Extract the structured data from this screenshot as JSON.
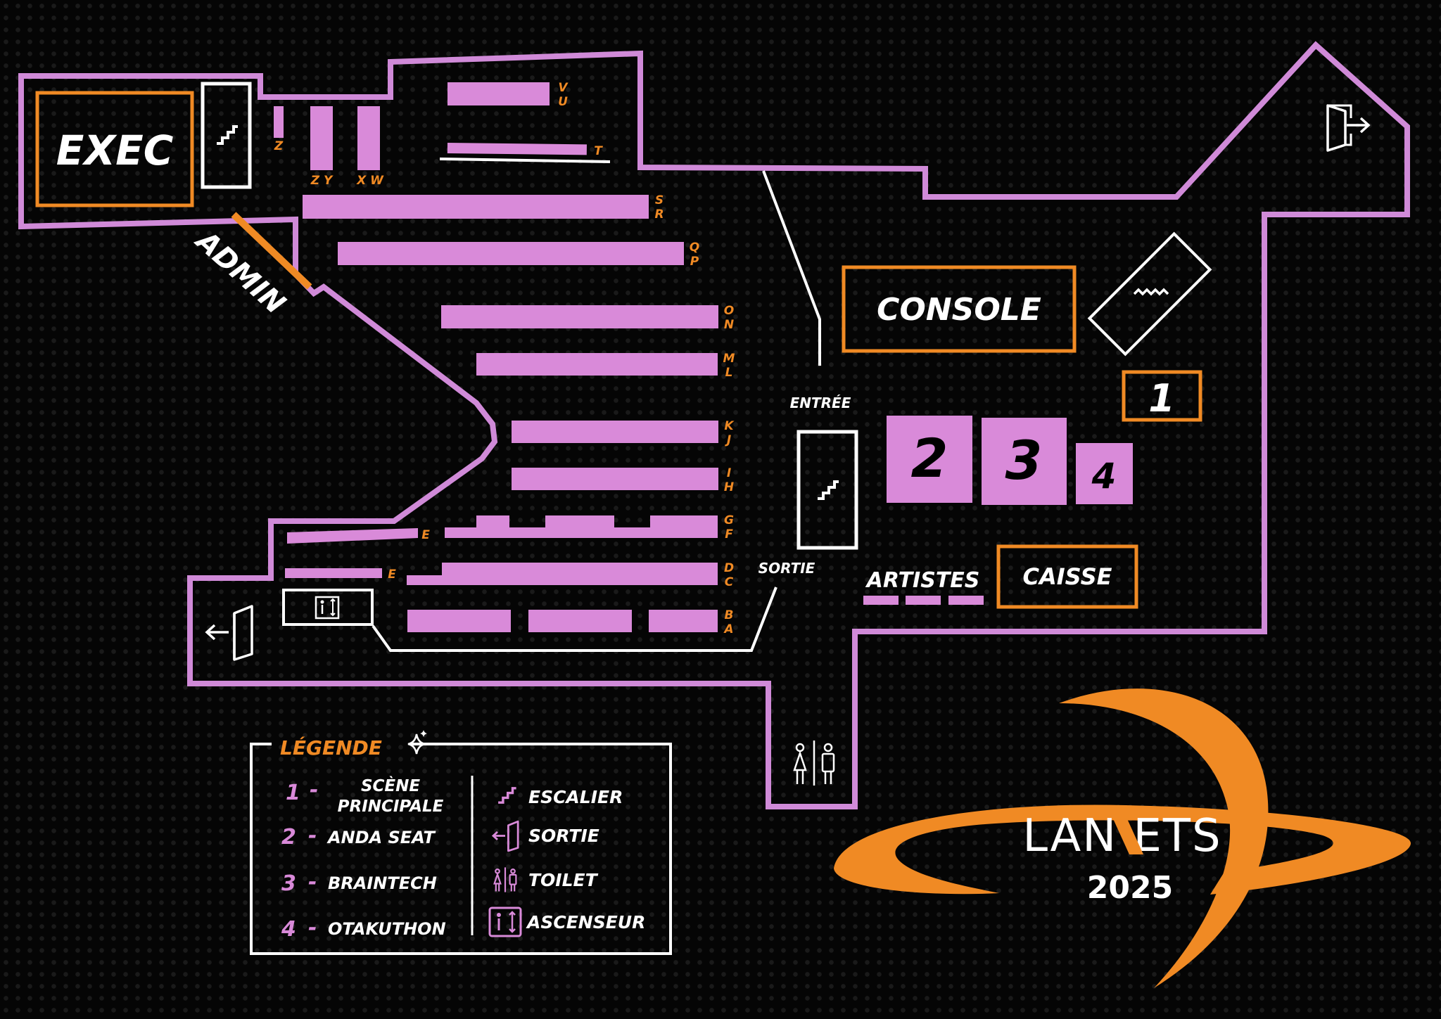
{
  "colors": {
    "accent_orange": "#f08a24",
    "accent_violet": "#d98ad9",
    "outline_violet": "#d08ad8",
    "background": "#050505",
    "text_white": "#ffffff"
  },
  "rooms": {
    "exec": "EXEC",
    "admin": "ADMIN",
    "console": "CONSOLE",
    "caisse": "CAISSE",
    "artistes": "ARTISTES",
    "entree": "ENTRÉE",
    "sortie": "SORTIE"
  },
  "stages": {
    "stage1": "1",
    "stage2": "2",
    "stage3": "3",
    "stage4": "4"
  },
  "rows": {
    "vu": [
      "V",
      "U"
    ],
    "t": "T",
    "z_small": "Z",
    "zy": "Z Y",
    "xw": "X W",
    "sr": [
      "S",
      "R"
    ],
    "qp": [
      "Q",
      "P"
    ],
    "on": [
      "O",
      "N"
    ],
    "ml": [
      "M",
      "L"
    ],
    "kj": [
      "K",
      "J"
    ],
    "ih": [
      "I",
      "H"
    ],
    "gf": [
      "G",
      "F"
    ],
    "e1": "E",
    "e2": "E",
    "dc": [
      "D",
      "C"
    ],
    "ba": [
      "B",
      "A"
    ]
  },
  "legend": {
    "title": "LÉGENDE",
    "items_left": [
      {
        "num": "1",
        "dash": "-",
        "label1": "SCÈNE",
        "label2": "PRINCIPALE"
      },
      {
        "num": "2",
        "dash": "-",
        "label1": "ANDA SEAT"
      },
      {
        "num": "3",
        "dash": "-",
        "label1": "BRAINTECH"
      },
      {
        "num": "4",
        "dash": "-",
        "label1": "OTAKUTHON"
      }
    ],
    "items_right": [
      {
        "icon": "stairs-icon",
        "label": "ESCALIER"
      },
      {
        "icon": "exit-icon",
        "label": "SORTIE"
      },
      {
        "icon": "toilet-icon",
        "label": "TOILET"
      },
      {
        "icon": "elevator-icon",
        "label": "ASCENSEUR"
      }
    ]
  },
  "logo": {
    "text": "LAN ETS",
    "year": "2025"
  }
}
